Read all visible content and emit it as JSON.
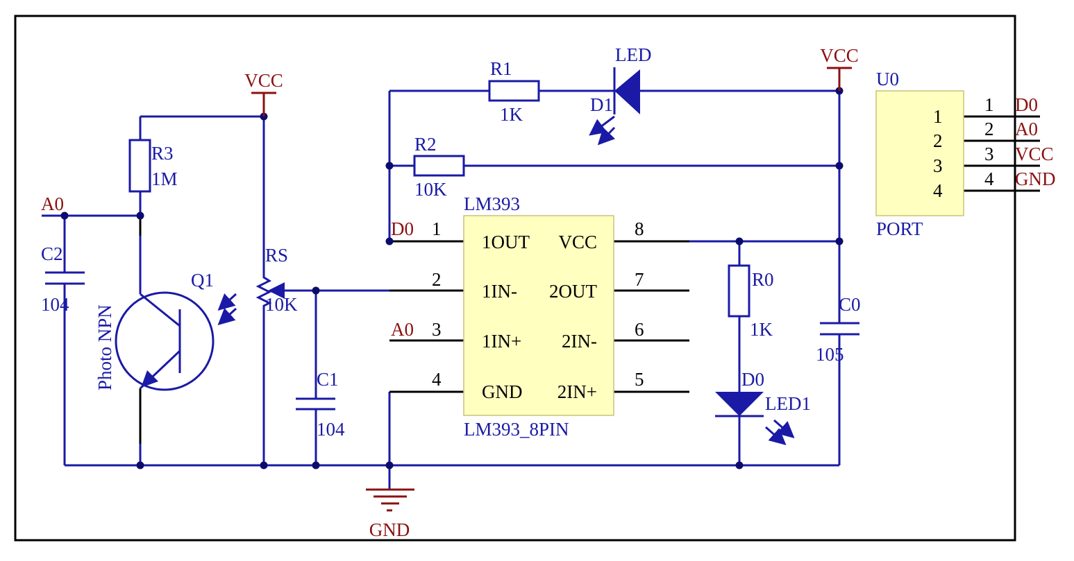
{
  "power": {
    "vcc": "VCC",
    "gnd": "GND"
  },
  "nets": {
    "a0": "A0",
    "d0": "D0"
  },
  "r3": {
    "ref": "R3",
    "value": "1M"
  },
  "c2": {
    "ref": "C2",
    "value": "104"
  },
  "q1": {
    "ref": "Q1",
    "type": "Photo NPN"
  },
  "rs": {
    "ref": "RS",
    "value": "10K"
  },
  "c1": {
    "ref": "C1",
    "value": "104"
  },
  "r1": {
    "ref": "R1",
    "value": "1K"
  },
  "d1": {
    "ref": "D1",
    "name": "LED"
  },
  "r2": {
    "ref": "R2",
    "value": "10K"
  },
  "u1": {
    "title": "LM393",
    "footprint": "LM393_8PIN",
    "left_pins": [
      {
        "num": "1",
        "name": "1OUT"
      },
      {
        "num": "2",
        "name": "1IN-"
      },
      {
        "num": "3",
        "name": "1IN+"
      },
      {
        "num": "4",
        "name": "GND"
      }
    ],
    "right_pins": [
      {
        "num": "8",
        "name": "VCC"
      },
      {
        "num": "7",
        "name": "2OUT"
      },
      {
        "num": "6",
        "name": "2IN-"
      },
      {
        "num": "5",
        "name": "2IN+"
      }
    ]
  },
  "r0": {
    "ref": "R0",
    "value": "1K"
  },
  "d0": {
    "ref": "D0",
    "name": "LED1"
  },
  "c0": {
    "ref": "C0",
    "value": "105"
  },
  "port": {
    "ref": "U0",
    "name": "PORT",
    "pins": [
      {
        "num": "1",
        "net": "D0"
      },
      {
        "num": "2",
        "net": "A0"
      },
      {
        "num": "3",
        "net": "VCC"
      },
      {
        "num": "4",
        "net": "GND"
      }
    ]
  }
}
